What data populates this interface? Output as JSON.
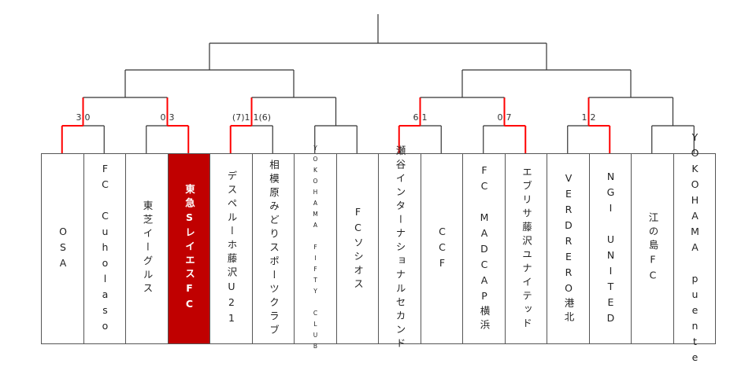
{
  "teams": [
    {
      "name": "OSA"
    },
    {
      "name": "FC Cuholaso"
    },
    {
      "name": "東芝イーグルス"
    },
    {
      "name": "東急SレイエスFC",
      "highlight": true
    },
    {
      "name": "デスペルーホ藤沢U21"
    },
    {
      "name": "相模原みどりスポーツクラブ"
    },
    {
      "name": "YOKOHAMA FIFTY CLUB",
      "small": true
    },
    {
      "name": "FCソシオス"
    },
    {
      "name": "瀬谷インターナショナルセカンド"
    },
    {
      "name": "CCF"
    },
    {
      "name": "FC MADCAP横浜"
    },
    {
      "name": "エブリサ藤沢ユナイテッド"
    },
    {
      "name": "VERDRERO港北"
    },
    {
      "name": "NGI UNITED"
    },
    {
      "name": "江の島FC"
    },
    {
      "name": "YOKOHAMA puente"
    }
  ],
  "round1": [
    {
      "left": "3",
      "right": "0",
      "winner": "left"
    },
    {
      "left": "0",
      "right": "3",
      "winner": "right"
    },
    {
      "left": "(7)1",
      "right": "1(6)",
      "winner": "left"
    },
    {
      "left": "",
      "right": "",
      "winner": ""
    },
    {
      "left": "6",
      "right": "1",
      "winner": "left"
    },
    {
      "left": "0",
      "right": "7",
      "winner": "right"
    },
    {
      "left": "1",
      "right": "2",
      "winner": "right"
    },
    {
      "left": "",
      "right": "",
      "winner": ""
    }
  ],
  "colors": {
    "win_line": "#ff0000",
    "line": "#333333",
    "highlight_bg": "#c00000"
  }
}
